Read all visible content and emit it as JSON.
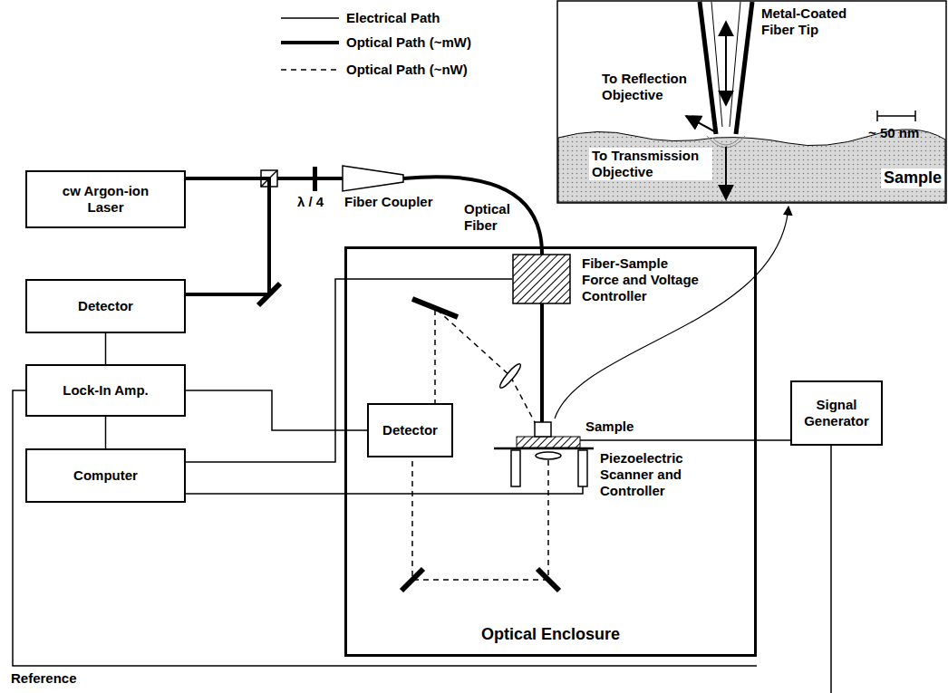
{
  "diagram": {
    "nodes": [
      {
        "text": [
          "cw Argon-ion Laser"
        ]
      },
      {
        "text": [
          "Detector"
        ]
      },
      {
        "text": [
          "Lock-In Amp."
        ]
      },
      {
        "text": [
          "Computer"
        ]
      },
      {
        "text": [
          "Optical Enclosure"
        ]
      },
      {
        "text": [
          "Fiber-Sample Force and Voltage Controller"
        ],
        "in": 4
      },
      {
        "text": [
          "Detector"
        ],
        "in": 4
      },
      {
        "text": [
          "Signal Generator"
        ]
      }
    ],
    "edges": [
      {
        "from": 0,
        "to": 1,
        "arrow": "none"
      },
      {
        "from": 1,
        "to": 2,
        "arrow": "none"
      },
      {
        "from": 2,
        "to": 3,
        "arrow": "none"
      },
      {
        "from": 2,
        "to": 6,
        "arrow": "none"
      },
      {
        "from": 3,
        "to": 5,
        "arrow": "none"
      }
    ],
    "labels": [
      "λ / 4",
      "Fiber Coupler",
      "Optical Fiber",
      "Sample",
      "Piezoelectric Scanner and Controller",
      "Reference",
      "Metal-Coated Fiber Tip",
      "To Reflection Objective",
      "~ 50 nm",
      "To Transmission Objective",
      "Sample"
    ],
    "legend": [
      {
        "text": "Electrical Path"
      },
      {
        "text": "Optical Path (~mW)"
      },
      {
        "text": "Optical Path (~nW)"
      }
    ]
  }
}
